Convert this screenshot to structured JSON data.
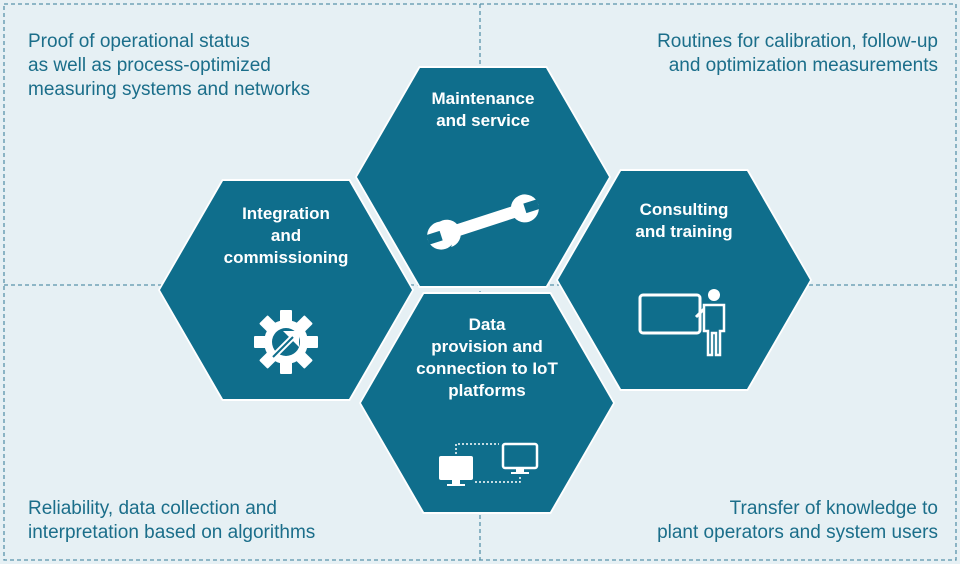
{
  "quadrants": {
    "top_left": "Proof of operational status\nas well as process-optimized\nmeasuring systems and networks",
    "top_right": "Routines for calibration, follow-up\nand optimization measurements",
    "bottom_left": "Reliability, data collection and\ninterpretation based on algorithms",
    "bottom_right": "Transfer of knowledge to\nplant operators and system users"
  },
  "hexagons": {
    "maintenance": {
      "label": "Maintenance\nand service",
      "icon": "wrench-icon"
    },
    "integration": {
      "label": "Integration\nand\ncommissioning",
      "icon": "gear-arrow-icon"
    },
    "consulting": {
      "label": "Consulting\nand training",
      "icon": "presentation-board-icon"
    },
    "data": {
      "label": "Data\nprovision and\nconnection to IoT\nplatforms",
      "icon": "connected-monitors-icon"
    }
  },
  "colors": {
    "background": "#e6f0f4",
    "hexagon": "#0f6e8c",
    "text": "#1b6e8a",
    "border": "#5a93aa"
  }
}
